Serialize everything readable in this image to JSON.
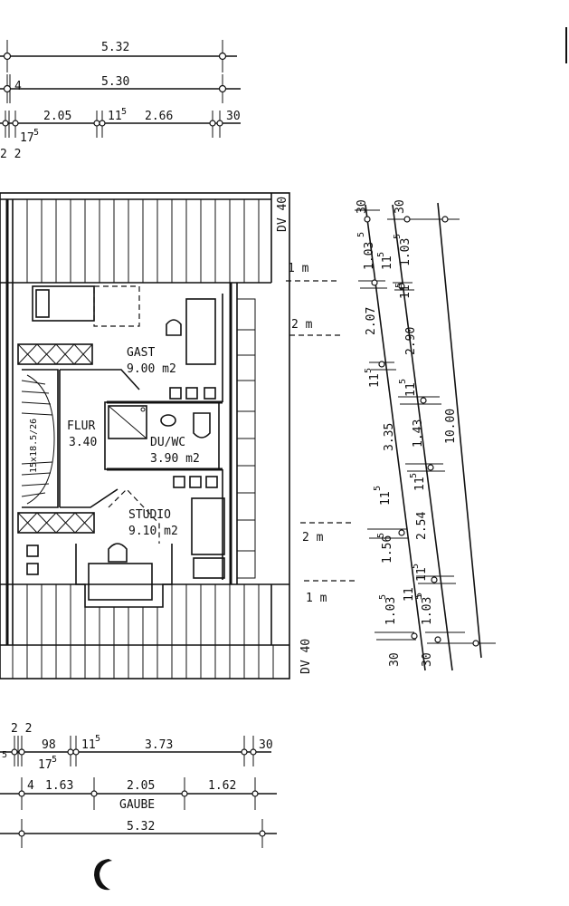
{
  "top_dims": {
    "row1": "5.32",
    "row2_left": "4",
    "row2": "5.30",
    "row3_a": "2.05",
    "row3_b": "11",
    "row3_b_sup": "5",
    "row3_c": "2.66",
    "row3_d": "30",
    "under_a": "17",
    "under_a_sup": "5",
    "under_b": "2 2"
  },
  "rooms": {
    "gast_name": "GAST",
    "gast_area": "9.00 m2",
    "flur_name": "FLUR",
    "flur_area": "3.40",
    "duwc_name": "DU/WC",
    "duwc_area": "3.90 m2",
    "studio_name": "STUDIO",
    "studio_area": "9.10 m2",
    "stair": "15x18.5/26"
  },
  "side_labels": {
    "dv_top": "DV 40",
    "dv_bottom": "DV 40",
    "h1_top": "1 m",
    "h2_top": "2 m",
    "h2_bottom": "2 m",
    "h1_bottom": "1 m"
  },
  "right_dims": {
    "a_30_top": "30",
    "a_103_top": "1.03",
    "a_103_top_sup": "5",
    "a_207": "2.07",
    "a_115_1": "11",
    "a_115_1_sup": "5",
    "a_335": "3.35",
    "a_115_2": "11",
    "a_115_2_sup": "5",
    "a_156": "1.56",
    "a_156_sup": "5",
    "a_103_bot": "1.03",
    "a_103_bot_sup": "5",
    "a_30_bot": "30",
    "b_30_top": "30",
    "b_115_1": "11",
    "b_115_1_sup": "5",
    "b_103_top": "1.03",
    "b_103_top_sup": "5",
    "b_115_2": "11",
    "b_115_2_sup": "5",
    "b_290": "2.90",
    "b_115_3": "11",
    "b_115_3_sup": "5",
    "b_143": "1.43",
    "b_115_4": "11",
    "b_115_4_sup": "5",
    "b_254": "2.54",
    "b_115_5": "11",
    "b_115_5_sup": "5",
    "b_115_6": "11",
    "b_115_6_sup": "5",
    "b_103_bot": "1.03",
    "b_103_bot_sup": "5",
    "b_30_bot": "30",
    "c_total": "10.00"
  },
  "bottom_dims": {
    "top_22": "2 2",
    "r1_left_sup": "5",
    "r1_98": "98",
    "r1_115": "11",
    "r1_115_sup": "5",
    "r1_373": "3.73",
    "r1_30": "30",
    "r1_175": "17",
    "r1_175_sup": "5",
    "r2_4": "4",
    "r2_163": "1.63",
    "r2_205": "2.05",
    "r2_162": "1.62",
    "gaube": "GAUBE",
    "r3_532": "5.32"
  }
}
